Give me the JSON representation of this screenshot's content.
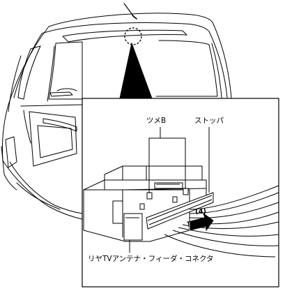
{
  "labels": {
    "claw_b": "ツメB",
    "stopper": "ストッパ",
    "step": "(4)",
    "connector": "リヤTVアンテナ・フィーダ・コネクタ"
  },
  "colors": {
    "line": "#000000",
    "background": "#ffffff"
  }
}
